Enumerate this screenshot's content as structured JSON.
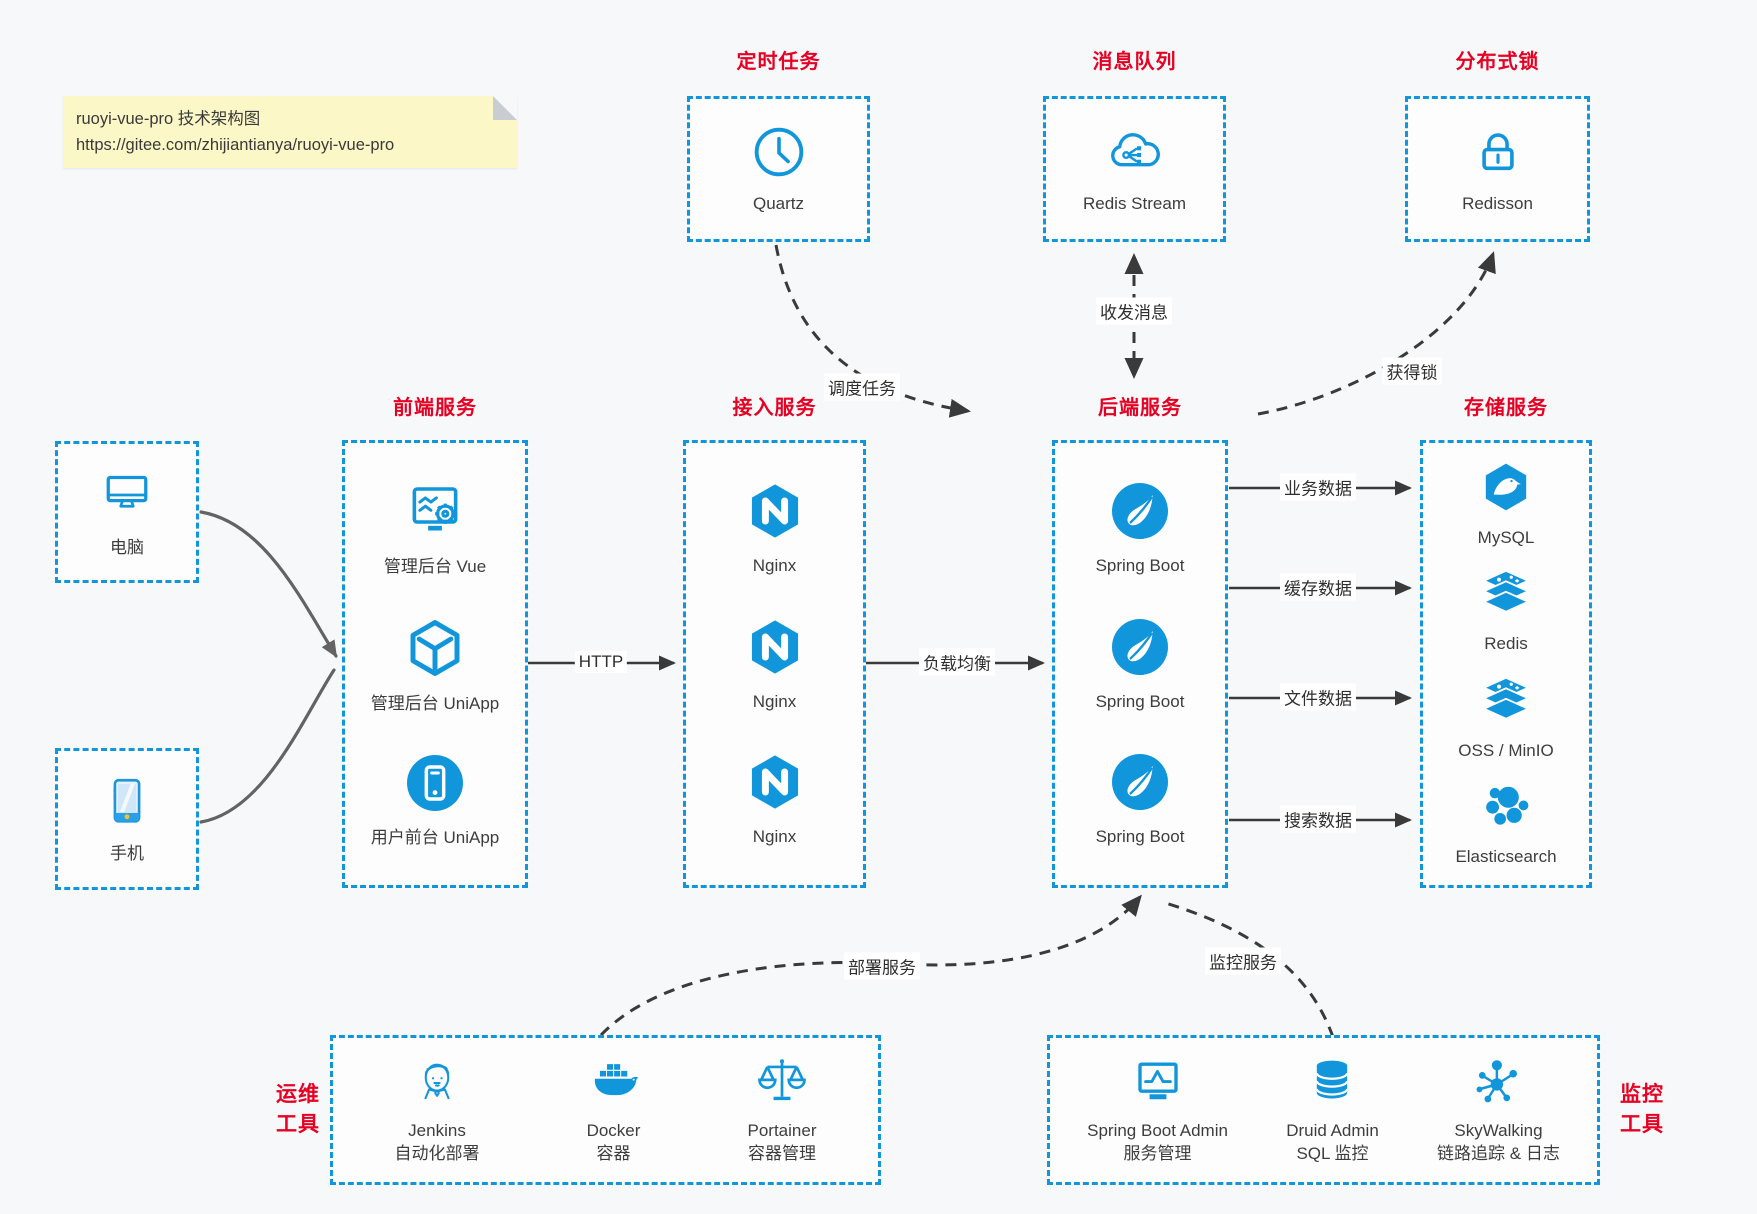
{
  "note": {
    "line1": "ruoyi-vue-pro 技术架构图",
    "line2": "https://gitee.com/zhijiantianya/ruoyi-vue-pro"
  },
  "colors": {
    "accent_blue": "#1296db",
    "title_red": "#e60023",
    "line_dark": "#3a3a3a",
    "client_arrow_gray": "#666666",
    "note_bg": "#fbf7c6"
  },
  "top_services": [
    {
      "title": "定时任务",
      "icon": "clock-icon",
      "label": "Quartz"
    },
    {
      "title": "消息队列",
      "icon": "cloud-stream-icon",
      "label": "Redis Stream"
    },
    {
      "title": "分布式锁",
      "icon": "lock-icon",
      "label": "Redisson"
    }
  ],
  "clients": [
    {
      "icon": "desktop-icon",
      "label": "电脑"
    },
    {
      "icon": "phone-icon",
      "label": "手机"
    }
  ],
  "columns": [
    {
      "title": "前端服务",
      "items": [
        {
          "icon": "admin-vue-icon",
          "label": "管理后台 Vue"
        },
        {
          "icon": "uniapp-cube-icon",
          "label": "管理后台 UniApp"
        },
        {
          "icon": "user-app-icon",
          "label": "用户前台 UniApp"
        }
      ]
    },
    {
      "title": "接入服务",
      "items": [
        {
          "icon": "nginx-icon",
          "label": "Nginx"
        },
        {
          "icon": "nginx-icon",
          "label": "Nginx"
        },
        {
          "icon": "nginx-icon",
          "label": "Nginx"
        }
      ]
    },
    {
      "title": "后端服务",
      "items": [
        {
          "icon": "spring-boot-icon",
          "label": "Spring Boot"
        },
        {
          "icon": "spring-boot-icon",
          "label": "Spring Boot"
        },
        {
          "icon": "spring-boot-icon",
          "label": "Spring Boot"
        }
      ]
    },
    {
      "title": "存储服务",
      "items": [
        {
          "icon": "mysql-icon",
          "label": "MySQL"
        },
        {
          "icon": "redis-stack-icon",
          "label": "Redis"
        },
        {
          "icon": "oss-stack-icon",
          "label": "OSS / MinIO"
        },
        {
          "icon": "elasticsearch-icon",
          "label": "Elasticsearch"
        }
      ]
    }
  ],
  "bottom_groups": [
    {
      "title_line1": "运维",
      "title_line2": "工具",
      "items": [
        {
          "icon": "jenkins-icon",
          "label": "Jenkins",
          "sublabel": "自动化部署"
        },
        {
          "icon": "docker-icon",
          "label": "Docker",
          "sublabel": "容器"
        },
        {
          "icon": "portainer-icon",
          "label": "Portainer",
          "sublabel": "容器管理"
        }
      ]
    },
    {
      "title_line1": "监控",
      "title_line2": "工具",
      "items": [
        {
          "icon": "spring-admin-icon",
          "label": "Spring Boot Admin",
          "sublabel": "服务管理"
        },
        {
          "icon": "druid-icon",
          "label": "Druid Admin",
          "sublabel": "SQL 监控"
        },
        {
          "icon": "skywalking-icon",
          "label": "SkyWalking",
          "sublabel": "链路追踪 & 日志"
        }
      ]
    }
  ],
  "edges": {
    "http": "HTTP",
    "load_balance": "负载均衡",
    "business_data": "业务数据",
    "cache_data": "缓存数据",
    "file_data": "文件数据",
    "search_data": "搜索数据",
    "schedule_task": "调度任务",
    "send_receive_message": "收发消息",
    "acquire_lock": "获得锁",
    "deploy_service": "部署服务",
    "monitor_service": "监控服务"
  }
}
